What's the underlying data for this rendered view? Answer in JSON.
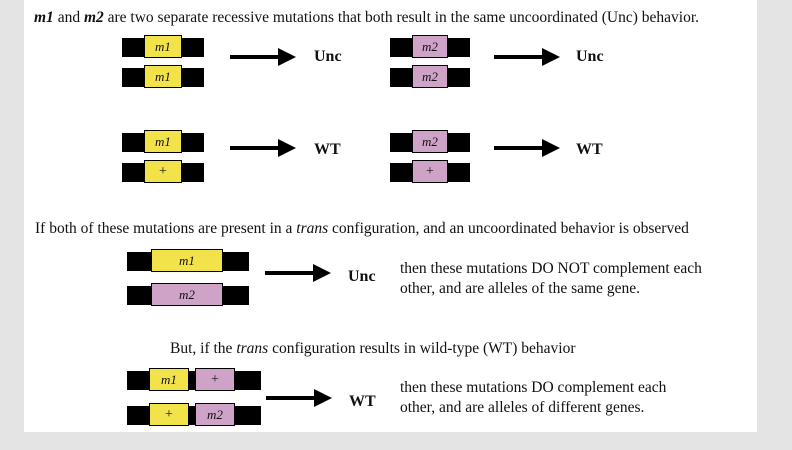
{
  "header": {
    "m1": "m1",
    "and": " and ",
    "m2": "m2",
    "rest": " are two separate recessive mutations that both result in the same uncoordinated (Unc) behavior."
  },
  "alleles": {
    "m1": "m1",
    "m2": "m2",
    "wt": "+"
  },
  "phenotypes": {
    "unc": "Unc",
    "wt": "WT"
  },
  "colors": {
    "m1": "#f2e34a",
    "m2": "#cfa2c8",
    "chromosome": "#000000"
  },
  "trans_sentence": {
    "pre": "If both of these mutations are present in a ",
    "italic": "trans",
    "post": " configuration, and an uncoordinated behavior is observed"
  },
  "not_complement": {
    "line1": "then these mutations DO NOT complement each",
    "line2": "other, and are alleles of the same gene."
  },
  "but_sentence": {
    "pre": "But, if the ",
    "italic": "trans",
    "post": " configuration results in wild-type (WT) behavior"
  },
  "complement": {
    "line1": "then these mutations DO complement each",
    "line2": "other, and are alleles of different genes."
  }
}
